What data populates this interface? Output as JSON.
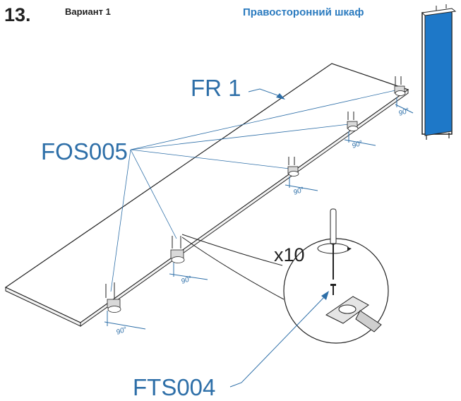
{
  "header": {
    "step_number": "13.",
    "variant": "Вариант 1",
    "title": "Правосторонний шкаф"
  },
  "callouts": {
    "panel": "FR 1",
    "hinge": "FOS005",
    "screw": "FTS004",
    "quantity": "x10"
  },
  "angle_label": "90°",
  "colors": {
    "accent": "#2e6fa8",
    "cabinet_door": "#1e78c8",
    "title": "#2b7bbf"
  },
  "icons": [
    "hinge-icon",
    "screw-icon",
    "screwdriver-icon",
    "cabinet-icon"
  ]
}
